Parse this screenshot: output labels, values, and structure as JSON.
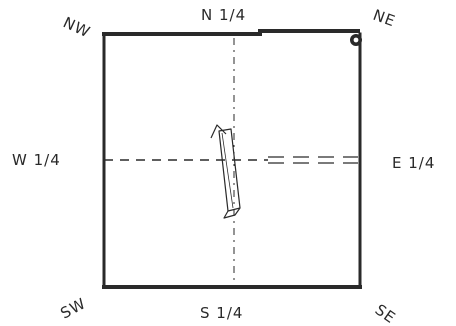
{
  "corners": {
    "nw": "NW",
    "ne": "NE",
    "sw": "SW",
    "se": "SE"
  },
  "quarters": {
    "north": "N 1/4",
    "south": "S 1/4",
    "west": "W 1/4",
    "east": "E 1/4"
  },
  "colors": {
    "ink": "#2a2a2a",
    "background": "#ffffff"
  }
}
